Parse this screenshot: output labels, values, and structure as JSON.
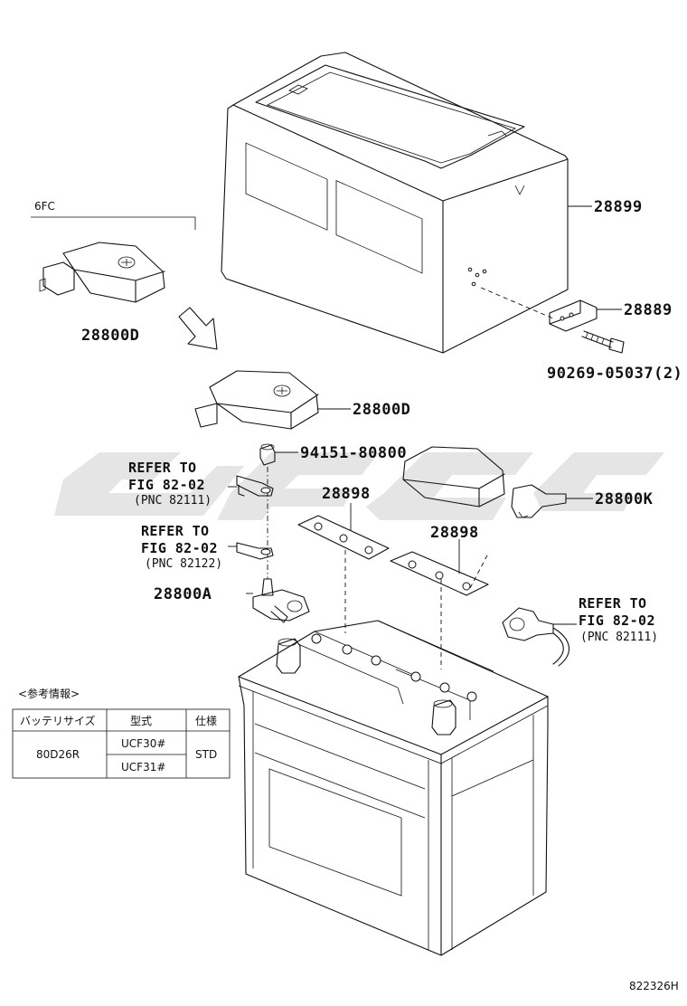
{
  "diagram_code": "822326H",
  "variant_label": "6FC",
  "parts": {
    "p28899": "28899",
    "p28889": "28889",
    "p90269": "90269-05037(2)",
    "p28800D_top": "28800D",
    "p28800D_mid": "28800D",
    "p94151": "94151-80800",
    "p28898_left": "28898",
    "p28898_right": "28898",
    "p28800K": "28800K",
    "p28800A": "28800A"
  },
  "references": [
    {
      "line1": "REFER TO",
      "line2": "FIG 82-02",
      "line3": "(PNC 82111)"
    },
    {
      "line1": "REFER TO",
      "line2": "FIG 82-02",
      "line3": "(PNC 82122)"
    },
    {
      "line1": "REFER TO",
      "line2": "FIG 82-02",
      "line3": "(PNC 82111)"
    }
  ],
  "info_table": {
    "caption": "<参考情報>",
    "headers": [
      "バッテリサイズ",
      "型式",
      "仕様"
    ],
    "battery_size": "80D26R",
    "models": [
      "UCF30#",
      "UCF31#"
    ],
    "spec": "STD"
  }
}
